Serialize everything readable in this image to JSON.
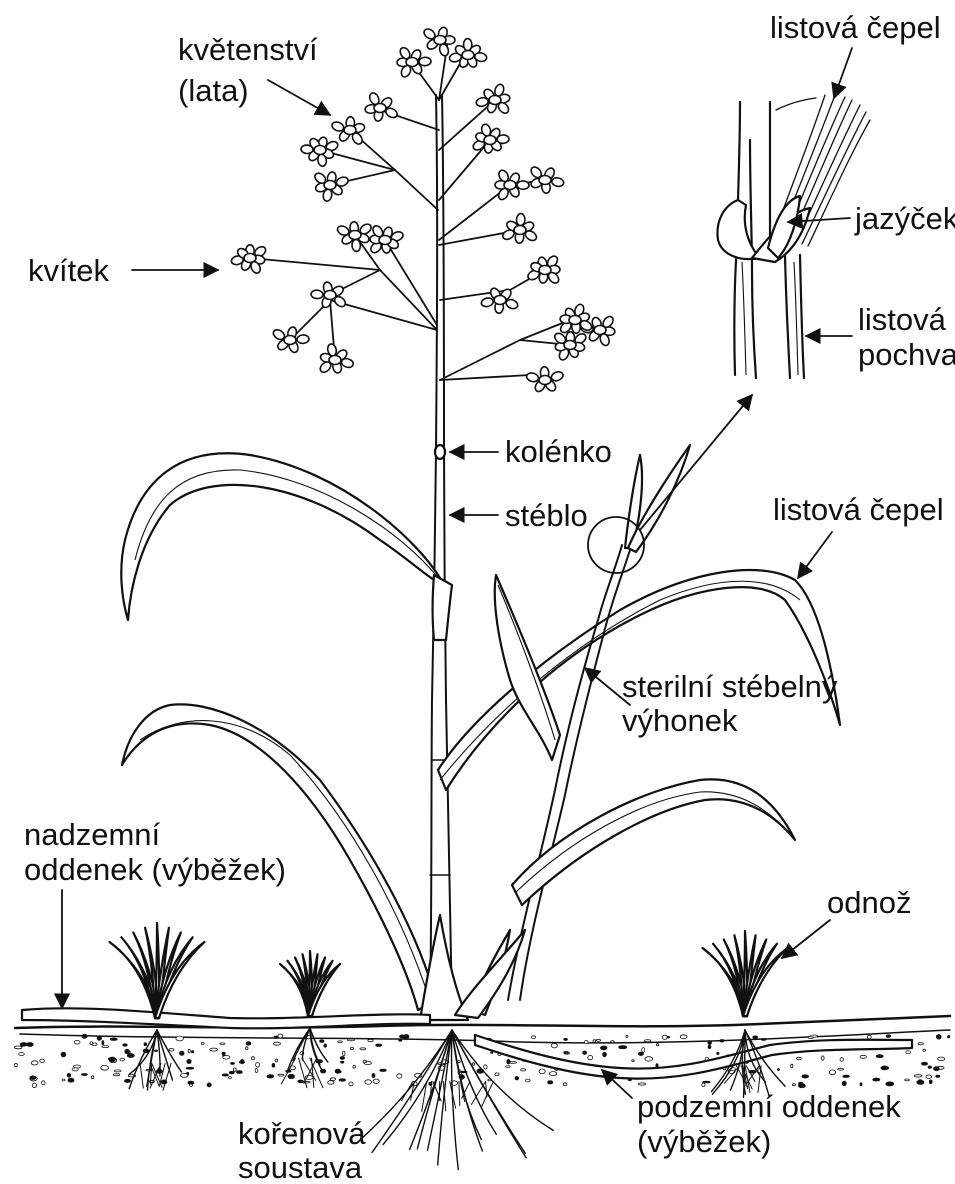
{
  "labels": {
    "inflorescence_line1": "květenství",
    "inflorescence_line2": "(lata)",
    "floret": "kvítek",
    "node": "kolénko",
    "culm": "stéblo",
    "blade_top": "listová čepel",
    "ligule": "jazýček",
    "sheath_line1": "listová",
    "sheath_line2": "pochva",
    "blade_right": "listová čepel",
    "sterile_line1": "sterilní stébelný",
    "sterile_line2": "výhonek",
    "stolon_line1": "nadzemní",
    "stolon_line2": "oddenek (výběžek)",
    "tiller": "odnož",
    "root_line1": "kořenová",
    "root_line2": "soustava",
    "rhizome_line1": "podzemní oddenek",
    "rhizome_line2": "(výběžek)"
  },
  "colors": {
    "ink": "#111111",
    "background": "#ffffff"
  }
}
